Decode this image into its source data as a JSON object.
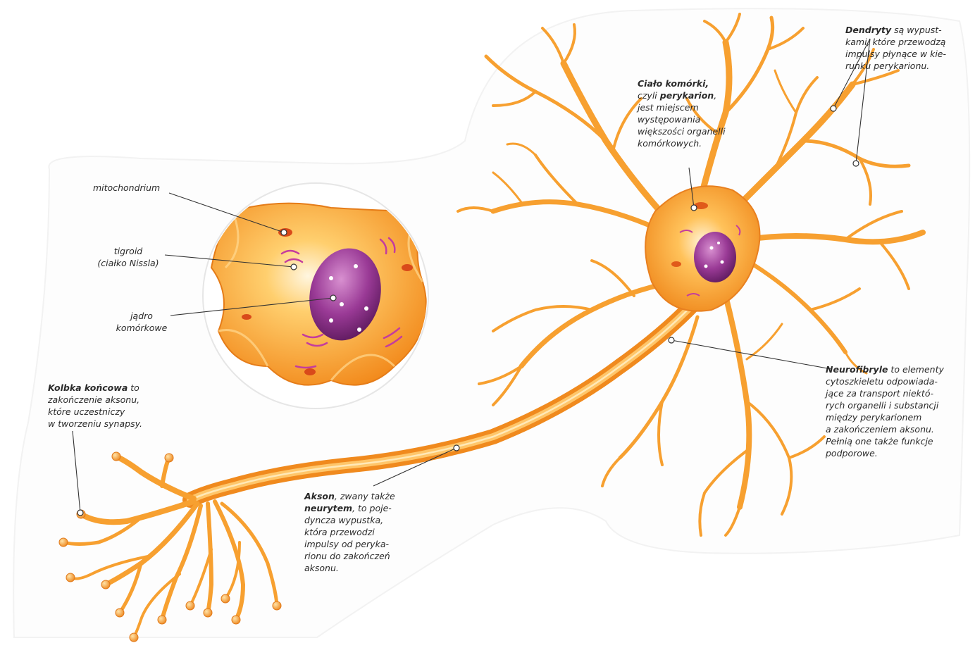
{
  "labels": {
    "mitochondrium": "mitochondrium",
    "tigroid": [
      "tigroid",
      "(ciałko Nissla)"
    ],
    "jadro": [
      "jądro",
      "komórkowe"
    ],
    "cialo": {
      "bold": "Ciało komórki,",
      "l2_pre": "czyli ",
      "l2_bold": "perykarion",
      "l2_post": ",",
      "rest": [
        "jest miejscem",
        "występowania",
        "większości organelli",
        "komórkowych."
      ]
    },
    "dendryty": {
      "bold": "Dendryty",
      "l1_post": " są wypust-",
      "rest": [
        "kami, które przewodzą",
        "impulsy płynące w kie-",
        "runku perykarionu."
      ]
    },
    "neurofibryle": {
      "bold": "Neurofibryle",
      "l1_post": " to elementy",
      "rest": [
        "cytoszkieletu odpowiada-",
        "jące za transport niektó-",
        "rych organelli i substancji",
        "między perykarionem",
        "a zakończeniem aksonu.",
        "Pełnią one także funkcje",
        "podporowe."
      ]
    },
    "akson": {
      "bold": "Akson",
      "l1_post": ", zwany także",
      "l2_bold": "neurytem",
      "l2_post": ", to poje-",
      "rest": [
        "dyncza wypustka,",
        "która przewodzi",
        "impulsy od peryka-",
        "rionu do zakończeń",
        "aksonu."
      ]
    },
    "kolbka": {
      "bold": "Kolbka końcowa",
      "l1_post": " to",
      "rest": [
        "zakończenie aksonu,",
        "które uczestniczy",
        "w tworzeniu synapsy."
      ]
    }
  },
  "colors": {
    "neuron_orange": "#F7A030",
    "neuron_light": "#FFD27A",
    "neuron_dark": "#E86A10",
    "nucleus_purple": "#8E2C8A",
    "nucleus_light": "#C060B8",
    "nissl_magenta": "#C43C9E",
    "leader_line": "#333333"
  }
}
